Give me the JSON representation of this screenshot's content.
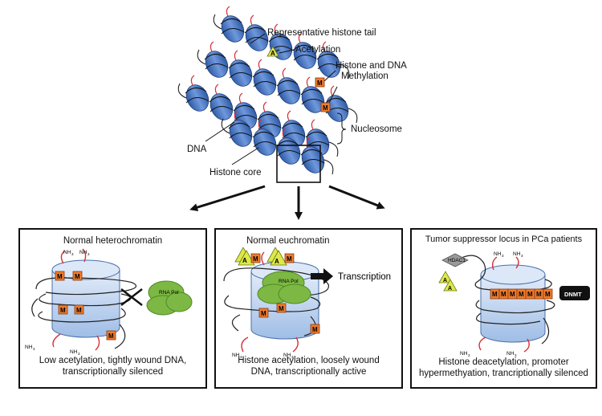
{
  "top": {
    "labels": {
      "tail": "Representative histone tail",
      "acetylation": "Acetylation",
      "methylation_1": "Histone and DNA",
      "methylation_2": "Methylation",
      "nucleosome": "Nucleosome",
      "dna": "DNA",
      "core": "Histone core"
    },
    "marks": {
      "acetyl": "A",
      "methyl": "M"
    }
  },
  "panels": [
    {
      "title": "Normal heterochromatin",
      "caption": [
        "Low acetylation, tightly wound DNA,",
        "transcriptionally silenced"
      ],
      "rna_pol": "RNA Pol",
      "nh3": "NH",
      "nh3_sub": "3"
    },
    {
      "title": "Normal euchromatin",
      "caption": [
        "Histone acetylation, loosely wound",
        "DNA, transcriptionally active"
      ],
      "rna_pol": "RNA Pol",
      "transcription": "Transcription",
      "nh3": "NH",
      "nh3_sub": "3"
    },
    {
      "title": "Tumor suppressor locus in PCa patients",
      "caption": [
        "Histone deacetylation, promoter",
        "hypermethyation, trancriptionally silenced"
      ],
      "hdac": "HDAC1",
      "dnmt": "DNMT",
      "nh3": "NH",
      "nh3_sub": "3"
    }
  ],
  "colors": {
    "nucleosome_blue": "#4a78c8",
    "cylinder_light": "#c9daf2",
    "methyl_orange": "#f07b2c",
    "acetyl_yellow": "#dde84a",
    "rna_pol_green": "#7cb843",
    "tail_red": "#d6323a",
    "hdac_gray": "#9a9a9a"
  }
}
